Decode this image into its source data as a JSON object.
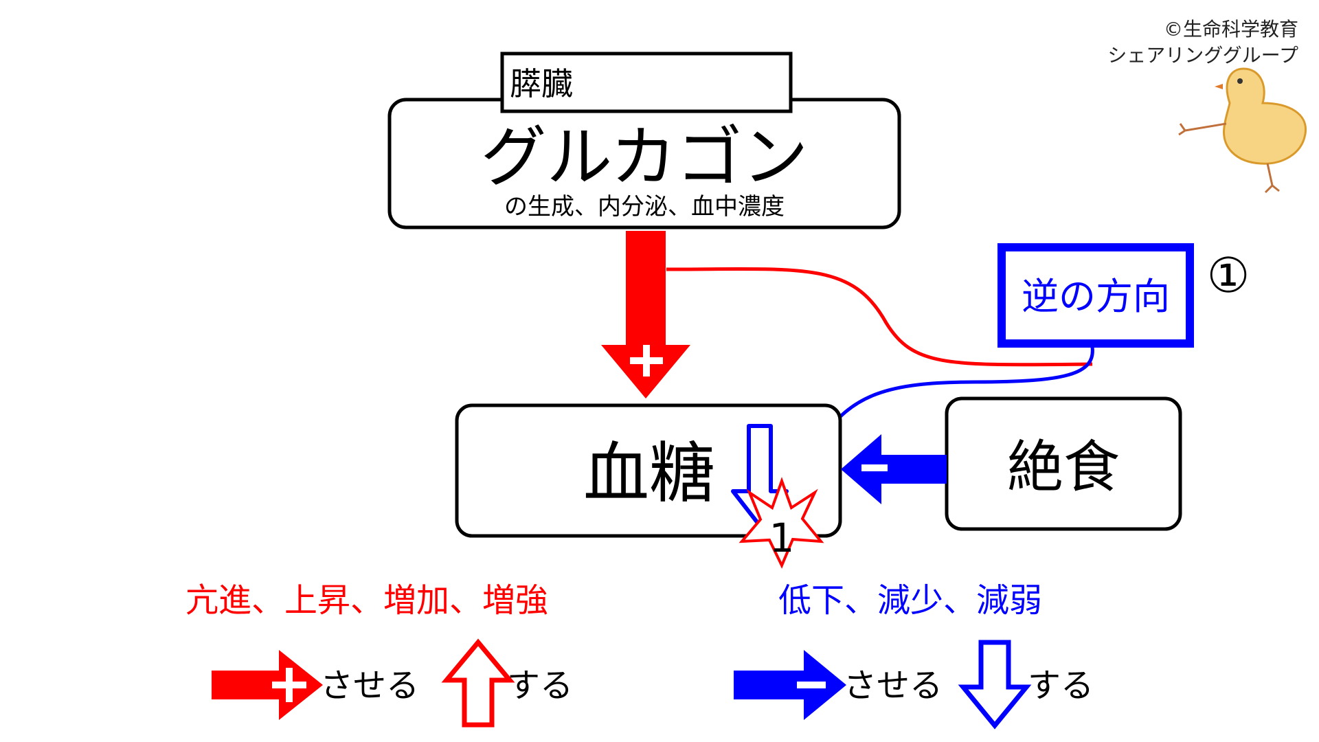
{
  "credit": {
    "line1": "©生命科学教育",
    "line2": "シェアリンググループ"
  },
  "pancreas_label": "膵臓",
  "glucagon": {
    "title": "グルカゴン",
    "subtitle": "の生成、内分泌、血中濃度"
  },
  "blood_sugar": "血糖",
  "fasting": "絶食",
  "reverse_direction": "逆の方向",
  "circled_number": "①",
  "starburst_number": "1",
  "signs": {
    "plus": "+",
    "minus": "−"
  },
  "legend": {
    "increase_text": "亢進、上昇、増加、増強",
    "decrease_text": "低下、減少、減弱",
    "causes_label": "させる",
    "does_label": "する"
  },
  "colors": {
    "red": "#ff0000",
    "blue": "#0000ff",
    "black": "#000000",
    "credit_text": "#222222",
    "chick_fill": "#f4c55a",
    "chick_stroke": "#d99a2b"
  },
  "icons": [
    "chick-illustration",
    "starburst-icon",
    "plus-sign-icon",
    "minus-sign-icon"
  ]
}
